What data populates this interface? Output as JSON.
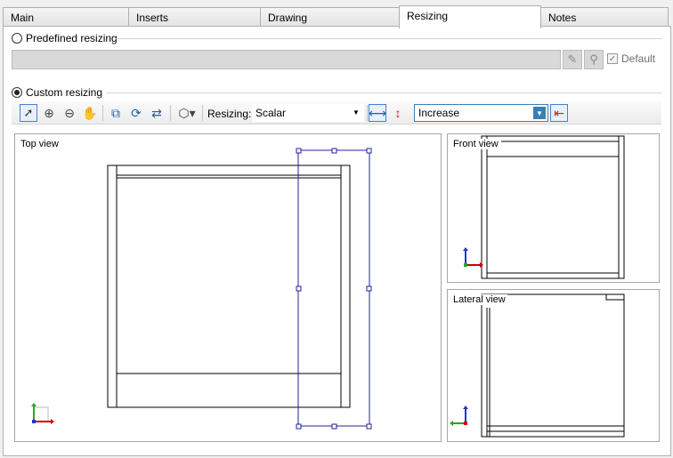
{
  "tabs": [
    {
      "label": "Main"
    },
    {
      "label": "Inserts"
    },
    {
      "label": "Drawing"
    },
    {
      "label": "Resizing"
    },
    {
      "label": "Notes"
    }
  ],
  "active_tab": "Resizing",
  "predefined": {
    "label": "Predefined resizing",
    "selected": false,
    "field_value": "",
    "default_label": "Default",
    "default_checked": true
  },
  "custom": {
    "label": "Custom resizing",
    "selected": true
  },
  "toolbar": {
    "resizing_label": "Resizing:",
    "resizing_mode": "Scalar",
    "direction": "Increase",
    "tools": [
      "select-arrow-icon",
      "zoom-window-icon",
      "zoom-icon",
      "pan-hand-icon",
      "move-selection-icon",
      "rotate-selection-icon",
      "flip-selection-icon",
      "3d-view-icon",
      "horizontal-resize-icon",
      "vertical-resize-icon",
      "apply-icon"
    ]
  },
  "views": {
    "top": {
      "label": "Top view"
    },
    "front": {
      "label": "Front view"
    },
    "lateral": {
      "label": "Lateral view"
    }
  },
  "colors": {
    "selection": "#2020a0",
    "axis_x": "#cc0000",
    "axis_y": "#2233cc",
    "axis_z": "#22aa22"
  }
}
